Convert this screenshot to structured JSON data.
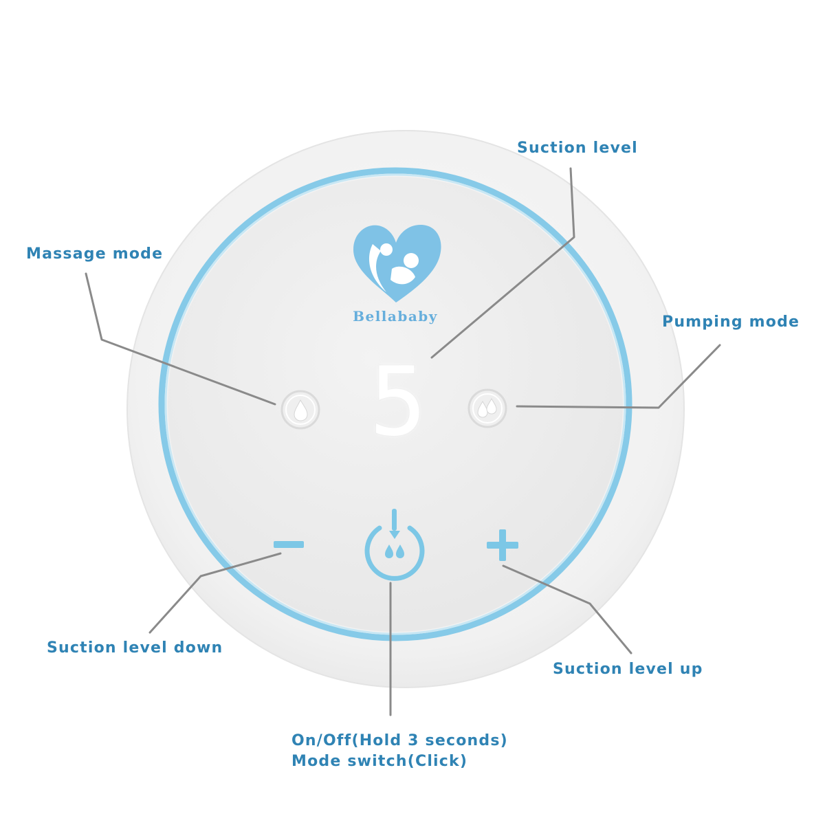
{
  "brand": {
    "name": "Bellababy"
  },
  "display": {
    "suction_value": "5"
  },
  "labels": {
    "suction_level": "Suction level",
    "massage_mode": "Massage mode",
    "pumping_mode": "Pumping mode",
    "suction_level_down": "Suction level down",
    "suction_level_up": "Suction level up",
    "power_line1": "On/Off(Hold 3 seconds)",
    "power_line2": "Mode switch(Click)"
  },
  "icons": {
    "logo": "mother-baby-heart-icon",
    "massage": "single-drop-icon",
    "pumping": "double-drop-icon",
    "minus": "minus-icon",
    "plus": "plus-icon",
    "power": "power-drop-icon"
  },
  "colors": {
    "label": "#2f83b4",
    "accent": "#7cc7e6",
    "leader_line": "#8a8a8a",
    "device_body": "#f2f2f2",
    "face": "#ececec"
  }
}
